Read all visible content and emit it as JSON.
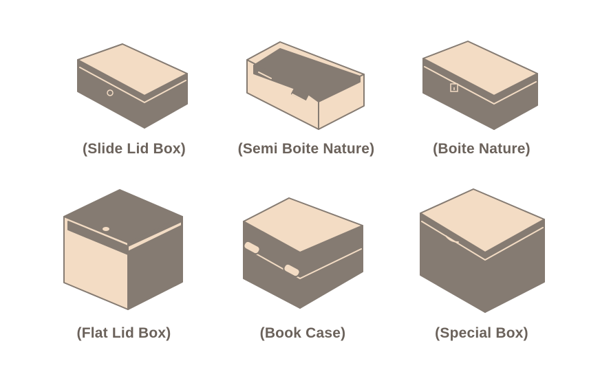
{
  "colors": {
    "dark": "#857b72",
    "light": "#f3dcc4",
    "text": "#6b625b"
  },
  "boxes": [
    {
      "caption": "(Slide Lid Box)"
    },
    {
      "caption": "(Semi Boite Nature)"
    },
    {
      "caption": "(Boite Nature)"
    },
    {
      "caption": "(Flat Lid Box)"
    },
    {
      "caption": "(Book Case)"
    },
    {
      "caption": "(Special Box)"
    }
  ]
}
